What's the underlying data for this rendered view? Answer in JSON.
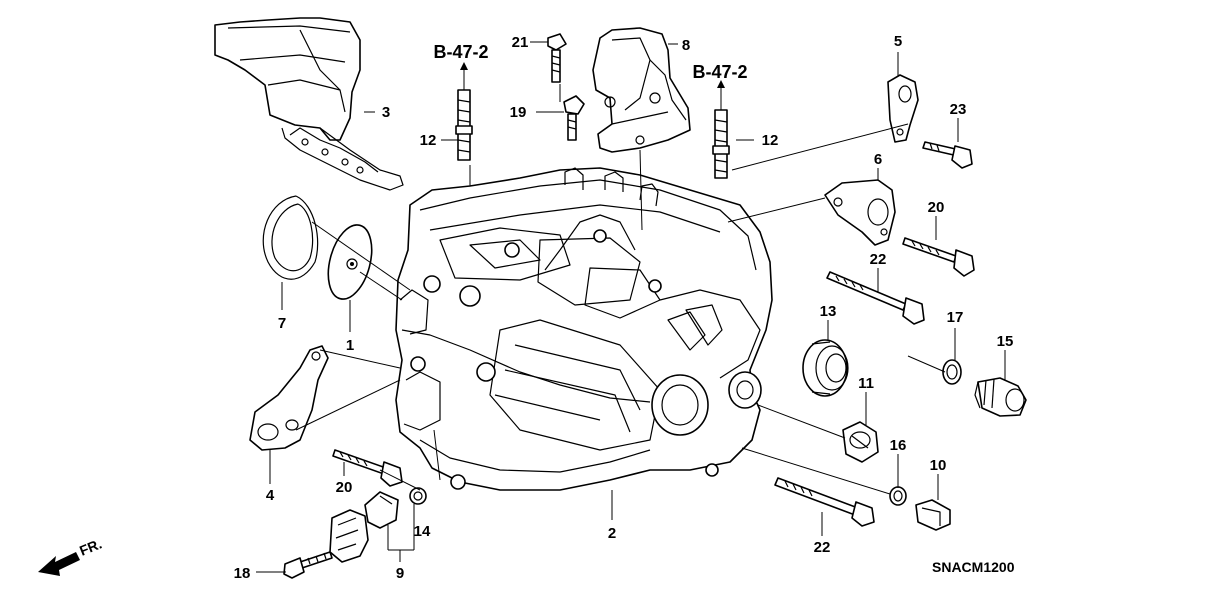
{
  "diagram": {
    "drawing_code": "SNACM1200",
    "front_indicator": "FR.",
    "references": [
      "B-47-2",
      "B-47-2"
    ],
    "callouts": [
      "1",
      "2",
      "3",
      "4",
      "5",
      "6",
      "7",
      "8",
      "9",
      "10",
      "11",
      "12",
      "12",
      "13",
      "14",
      "15",
      "16",
      "17",
      "18",
      "19",
      "20",
      "20",
      "21",
      "22",
      "22",
      "23"
    ]
  }
}
